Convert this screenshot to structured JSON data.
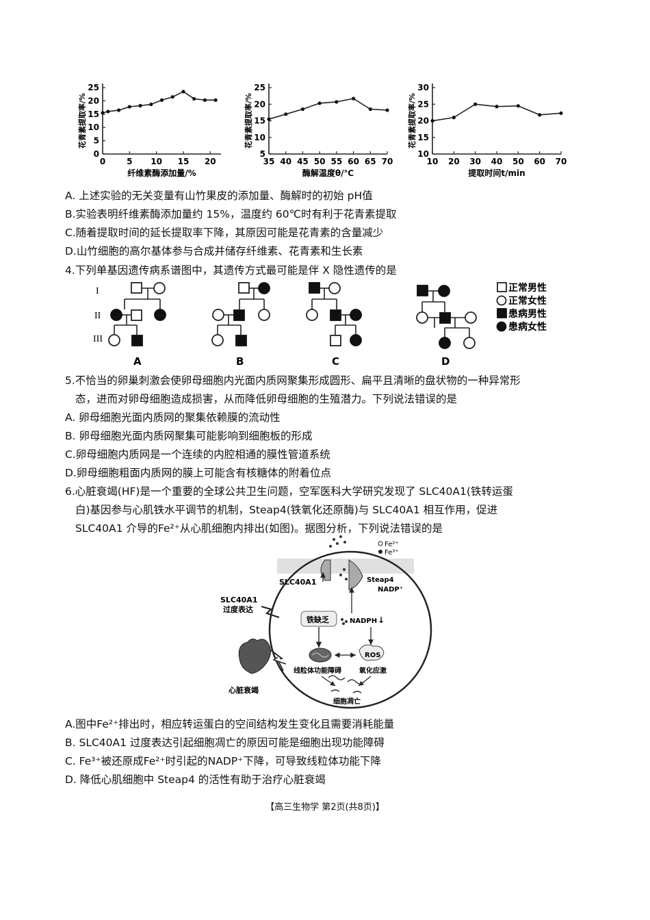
{
  "chart_data": [
    {
      "type": "line",
      "ylabel": "花青素提取率/%",
      "xlabel": "纤维素酶添加量/%",
      "xticks": [
        0,
        5,
        10,
        15,
        20
      ],
      "yticks": [
        0,
        5,
        10,
        15,
        20,
        25
      ],
      "xlim": [
        0,
        22
      ],
      "ylim": [
        0,
        25
      ],
      "x": [
        0,
        1,
        3,
        5,
        7,
        9,
        11,
        13,
        15,
        17,
        19,
        21
      ],
      "values": [
        15.5,
        16,
        16.5,
        17.8,
        18.2,
        18.7,
        20.3,
        21.5,
        23.5,
        20.8,
        20.3,
        20.3
      ]
    },
    {
      "type": "line",
      "ylabel": "花青素提取率/%",
      "xlabel": "酶解温度θ/℃",
      "xticks": [
        35,
        40,
        45,
        50,
        55,
        60,
        65,
        70
      ],
      "yticks": [
        5,
        10,
        15,
        20,
        25
      ],
      "xlim": [
        35,
        70
      ],
      "ylim": [
        5,
        25
      ],
      "x": [
        35,
        40,
        45,
        50,
        55,
        60,
        65,
        70
      ],
      "values": [
        15.5,
        17,
        18.5,
        20.3,
        20.7,
        21.7,
        18.5,
        18.2
      ]
    },
    {
      "type": "line",
      "ylabel": "花青素提取率/%",
      "xlabel": "提取时间t/min",
      "xticks": [
        10,
        20,
        30,
        40,
        50,
        60,
        70
      ],
      "yticks": [
        10,
        15,
        20,
        25,
        30
      ],
      "xlim": [
        10,
        70
      ],
      "ylim": [
        10,
        30
      ],
      "x": [
        10,
        20,
        30,
        40,
        50,
        60,
        70
      ],
      "values": [
        20,
        21,
        25,
        24.3,
        24.5,
        21.8,
        22.3
      ]
    }
  ],
  "q3": {
    "a": "A.  上述实验的无关变量有山竹果皮的添加量、酶解时的初始 pH值",
    "b": "B.实验表明纤维素酶添加量约 15%，温度约 60℃时有利于花青素提取",
    "c": "C.随着提取时间的延长提取率下降，其原因可能是花青素的含量减少",
    "d": "D.山竹细胞的高尔基体参与合成并储存纤维素、花青素和生长素"
  },
  "q4": {
    "stem": "4.下列单基因遗传病系谱图中，其遗传方式最可能是伴 X 隐性遗传的是",
    "gen_labels": [
      "I",
      "II",
      "III"
    ],
    "panels": [
      "A",
      "B",
      "C",
      "D"
    ],
    "legend": [
      "正常男性",
      "正常女性",
      "患病男性",
      "患病女性"
    ]
  },
  "q5": {
    "stem1": "5.不恰当的卵巢刺激会使卵母细胞内光面内质网聚集形成圆形、扁平且清晰的盘状物的一种异常形",
    "stem2": "态，进而对卵母细胞造成损害，从而降低卵母细胞的生殖潜力。下列说法错误的是",
    "a": "A.  卵母细胞光面内质网的聚集依赖膜的流动性",
    "b": "B.  卵母细胞光面内质网聚集可能影响到细胞板的形成",
    "c": "C.卵母细胞内质网是一个连续的内腔相通的膜性管道系统",
    "d": "D.卵母细胞粗面内质网的膜上可能含有核糖体的附着位点"
  },
  "q6": {
    "stem1": "6.心脏衰竭(HF)是一个重要的全球公共卫生问题，空军医科大学研究发现了  SLC40A1(铁转运蛋",
    "stem2": "白)基因参与心肌铁水平调节的机制，Steap4(铁氧化还原酶)与  SLC40A1  相互作用，促进",
    "stem3": "SLC40A1 介导的Fe²⁺从心肌细胞内排出(如图)。据图分析，下列说法错误的是",
    "a": "A.图中Fe²⁺排出时，相应转运蛋白的空间结构发生变化且需要消耗能量",
    "b": "B.  SLC40A1 过度表达引起细胞凋亡的原因可能是细胞出现功能障碍",
    "c": "C.  Fe³⁺被还原成Fe²⁺时引起的NADP⁺下降，可导致线粒体功能下降",
    "d": "D.  降低心肌细胞中 Steap4 的活性有助于治疗心脏衰竭"
  },
  "diagram": {
    "fe2": "Fe²⁺",
    "fe3": "Fe³⁺",
    "slc": "SLC40A1",
    "steap": "Steap4",
    "nadp": "NADP⁺",
    "overexp1": "SLC40A1",
    "overexp2": "过度表达",
    "iron_def": "铁缺乏",
    "nadph": "NADPH",
    "ros": "ROS",
    "mito": "线粒体功能障碍",
    "oxid": "氧化应激",
    "apop": "细胞凋亡",
    "hf": "心脏衰竭"
  },
  "footer": "【高三生物学  第2页(共8页)】"
}
